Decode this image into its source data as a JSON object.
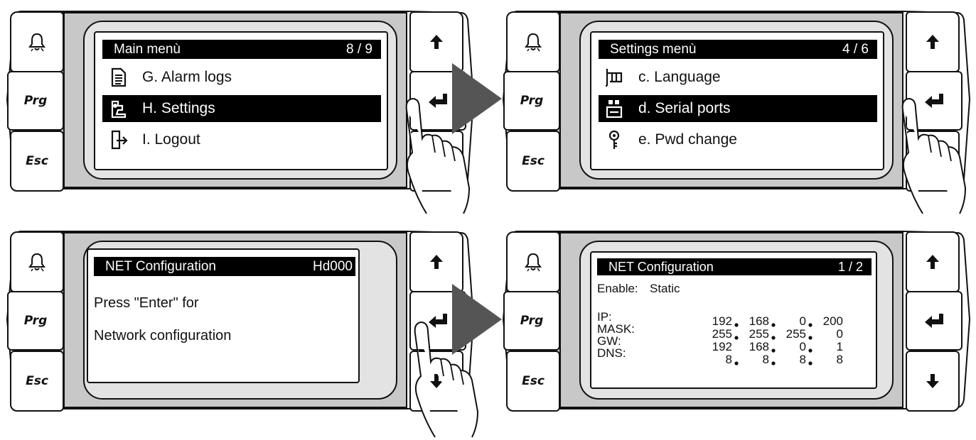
{
  "buttons": {
    "prg": "Prg",
    "esc": "Esc"
  },
  "panel1": {
    "title": "Main menù",
    "page": "8 / 9",
    "items": [
      {
        "label": "G. Alarm logs",
        "icon": "document-icon",
        "selected": false
      },
      {
        "label": "H. Settings",
        "icon": "wrench-icon",
        "selected": true
      },
      {
        "label": "I. Logout",
        "icon": "logout-door-icon",
        "selected": false
      }
    ]
  },
  "panel2": {
    "title": "Settings menù",
    "page": "4 / 6",
    "items": [
      {
        "label": "c. Language",
        "icon": "flag-icon",
        "selected": false
      },
      {
        "label": "d. Serial ports",
        "icon": "serial-port-icon",
        "selected": true
      },
      {
        "label": "e. Pwd change",
        "icon": "key-icon",
        "selected": false
      }
    ]
  },
  "panel3": {
    "title": "NET Configuration",
    "code": "Hd000",
    "line1": "Press \"Enter\" for",
    "line2": "Network configuration"
  },
  "panel4": {
    "title": "NET Configuration",
    "page": "1 / 2",
    "enable_label": "Enable:",
    "enable_value": "Static",
    "rows": [
      {
        "label": "IP:",
        "o1": "192",
        "o2": "168",
        "o3": "0",
        "o4": "200"
      },
      {
        "label": "MASK:",
        "o1": "255",
        "o2": "255",
        "o3": "255",
        "o4": "0"
      },
      {
        "label": "GW:",
        "o1": "192",
        "o2": "168",
        "o3": "0",
        "o4": "1"
      },
      {
        "label": "DNS:",
        "o1": "8",
        "o2": "8",
        "o3": "8",
        "o4": "8"
      }
    ]
  },
  "colors": {
    "bezel": "#c8c8c8",
    "screen_border": "#111111",
    "arrow": "#555555",
    "highlight": "#000000"
  }
}
